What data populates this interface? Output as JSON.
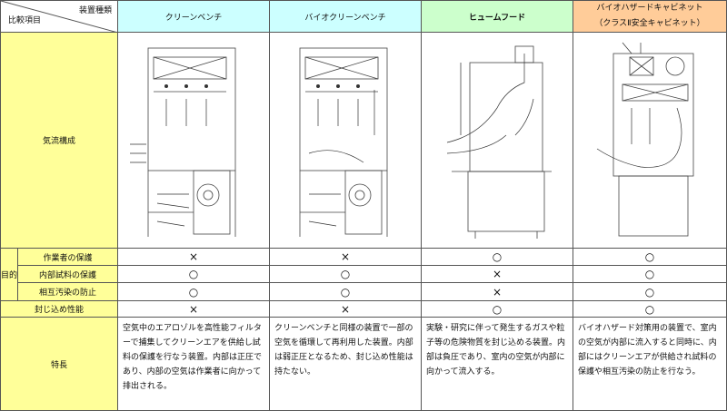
{
  "header": {
    "corner_top": "装置種類",
    "corner_bottom": "比較項目",
    "columns": [
      "クリーンベンチ",
      "バイオクリーンベンチ",
      "ヒュームフード",
      "バイオハザードキャビネット\n（クラスⅡ安全キャビネット）"
    ]
  },
  "rows": {
    "airflow_label": "気流構成",
    "purpose_label": "目的",
    "worker_label": "作業者の保護",
    "sample_label": "内部試料の保護",
    "cross_label": "相互汚染の防止",
    "contain_label": "封じ込め性能",
    "feature_label": "特長"
  },
  "values": {
    "worker": [
      "×",
      "×",
      "○",
      "○"
    ],
    "sample": [
      "○",
      "○",
      "×",
      "○"
    ],
    "cross": [
      "○",
      "○",
      "×",
      "○"
    ],
    "contain": [
      "×",
      "×",
      "○",
      "○"
    ]
  },
  "features": [
    "空気中のエアロゾルを高性能フィルターで捕集してクリーンエアを供給し試料の保護を行なう装置。内部は正圧であり、内部の空気は作業者に向かって排出される。",
    "クリーンベンチと同様の装置で一部の空気を循環して再利用した装置。内部は弱正圧となるため、封じ込め性能は持たない。",
    "実験・研究に伴って発生するガスや粒子等の危険物質を封じ込める装置。内部は負圧であり、室内の空気が内部に向かって流入する。",
    "バイオハザード対策用の装置で、室内の空気が内部に流入すると同時に、内部にはクリーンエアが供給され試料の保護や相互汚染の防止を行なう。"
  ],
  "colors": {
    "label_bg": "#ffff99",
    "header_cyan": "#ccffff",
    "header_green": "#ccffcc",
    "header_orange": "#ffcc99"
  }
}
